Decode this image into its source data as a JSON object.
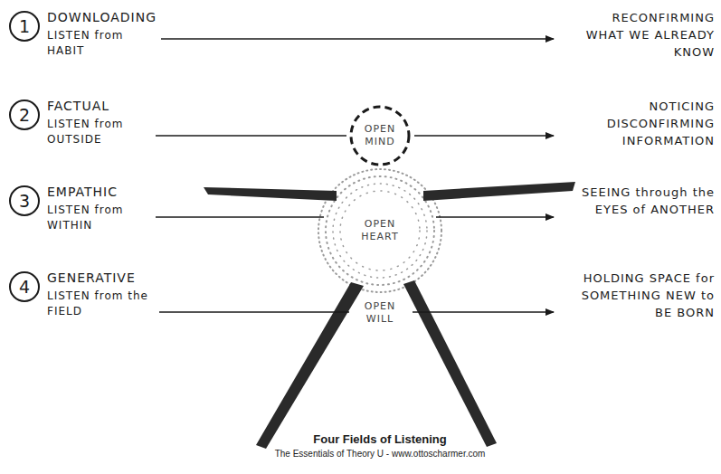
{
  "diagram": {
    "title": "Four Fields of Listening",
    "caption": "The Essentials of Theory U - www.ottoscharmer.com",
    "nodes": [
      {
        "text": [
          "1"
        ]
      },
      {
        "text": [
          "2"
        ]
      },
      {
        "text": [
          "OPEN MIND"
        ]
      },
      {
        "text": [
          "3"
        ]
      },
      {
        "text": [
          "OPEN HEART"
        ]
      },
      {
        "text": [
          "4"
        ]
      }
    ],
    "labels": [
      "DOWNLOADING",
      "LISTEN from HABIT",
      "RECONFIRMING WHAT WE ALREADY KNOW",
      "FACTUAL",
      "LISTEN from OUTSIDE",
      "NOTICING DISCONFIRMING INFORMATION",
      "EMPATHIC",
      "LISTEN from WITHIN",
      "SEEING through the EYES of ANOTHER",
      "GENERATIVE",
      "LISTEN from the FIELD",
      "HOLDING SPACE for SOMETHING NEW to BE BORN",
      "OPEN WILL"
    ]
  }
}
